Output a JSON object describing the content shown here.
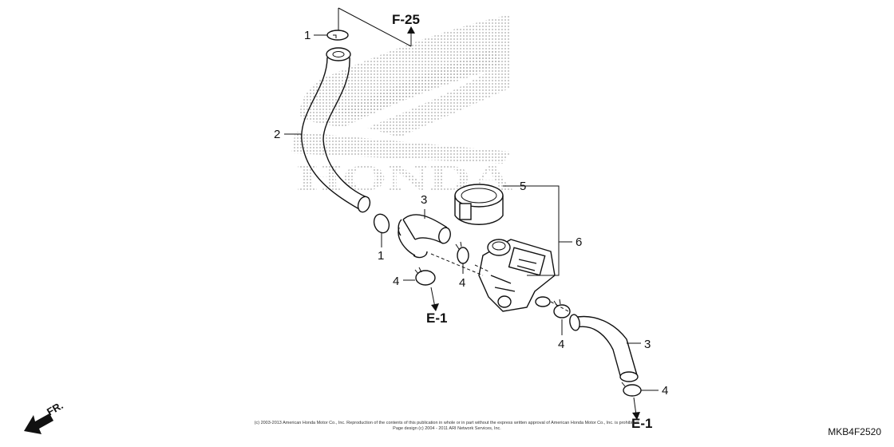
{
  "watermark": {
    "text": "HONDA"
  },
  "references": [
    {
      "id": "ref-f25",
      "label": "F-25"
    },
    {
      "id": "ref-e1-a",
      "label": "E-1"
    },
    {
      "id": "ref-e1-b",
      "label": "E-1"
    }
  ],
  "callouts": {
    "c1a": "1",
    "c1b": "1",
    "c2": "2",
    "c3a": "3",
    "c3b": "3",
    "c4a": "4",
    "c4b": "4",
    "c4c": "4",
    "c4d": "4",
    "c5": "5",
    "c6": "6"
  },
  "direction": "FR.",
  "copyright": {
    "line1": "(c) 2003-2013 American Honda Motor Co., Inc. Reproduction of the contents of this publication in whole or in part without the express written approval of American Honda Motor Co., Inc. is prohibited.",
    "line2": "Page design (c) 2004 - 2011 ARI Network Services, Inc."
  },
  "diagram_code": "MKB4F2520"
}
